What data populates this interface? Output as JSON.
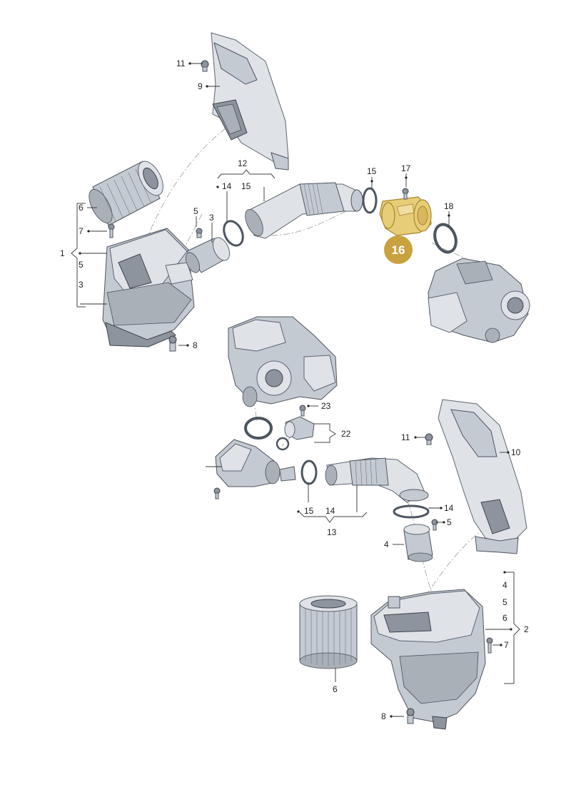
{
  "callouts": {
    "top_11": "11",
    "top_9": "9",
    "top_12": "12",
    "top_14": "14",
    "top_15": "15",
    "top_6": "6",
    "top_7": "7",
    "top_5": "5",
    "top_3": "3",
    "top_group_1": "1",
    "top_group_5": "5",
    "top_group_3": "3",
    "top_8": "8",
    "right_15": "15",
    "right_17": "17",
    "right_18": "18",
    "bot_23": "23",
    "bot_22": "22",
    "bot_11": "11",
    "bot_10": "10",
    "bot_15": "15",
    "bot_14": "14",
    "bot_13": "13",
    "bot_14b": "14",
    "bot_5": "5",
    "bot_4": "4",
    "bot_group_4": "4",
    "bot_group_5": "5",
    "bot_group_6": "6",
    "bot_group_2": "2",
    "bot_7": "7",
    "bot_6": "6",
    "bot_8": "8"
  },
  "highlight": {
    "number": "16",
    "color": "#c9a23f"
  }
}
